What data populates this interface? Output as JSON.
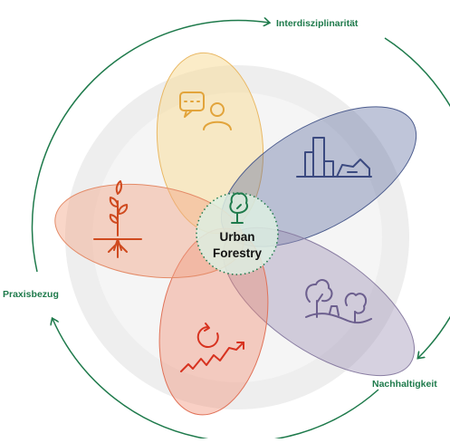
{
  "center": {
    "lines": [
      "Urban",
      "Forestry"
    ],
    "icon": "tree-icon"
  },
  "cycle": {
    "top": "Interdisziplinarität",
    "right": "Nachhaltigkeit",
    "left": "Praxisbezug"
  },
  "petals": [
    {
      "id": "top",
      "icon": "speech-bubble-person-icon",
      "color": "#f3c97a"
    },
    {
      "id": "upper-right",
      "icon": "city-buildings-icon",
      "color": "#4f5f92"
    },
    {
      "id": "lower-right",
      "icon": "landscape-trees-icon",
      "color": "#8f82a8"
    },
    {
      "id": "bottom",
      "icon": "growth-cycle-icon",
      "color": "#e7765a"
    },
    {
      "id": "left",
      "icon": "seedling-roots-icon",
      "color": "#e9916b"
    }
  ],
  "colors": {
    "green": "#1e7a4b",
    "ring": "#eaeaea",
    "center_fill": "#ddeee2"
  }
}
